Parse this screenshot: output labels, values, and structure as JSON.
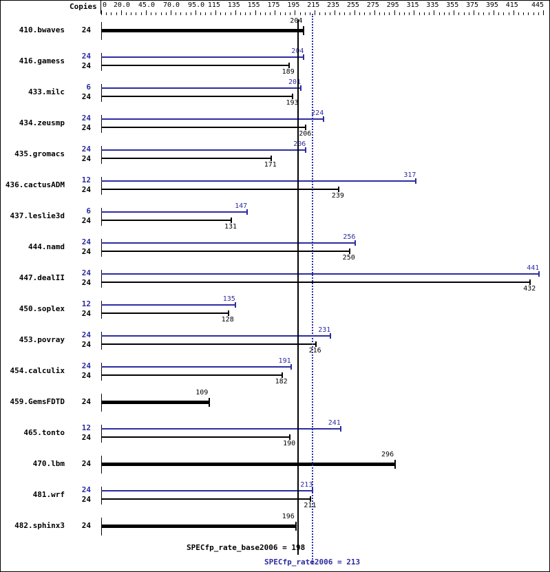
{
  "chart_data": {
    "type": "bar",
    "orientation": "horizontal",
    "title": "",
    "xlabel": "",
    "ylabel": "",
    "column_header": "Copies",
    "xlim": [
      0,
      445
    ],
    "tick_labels": [
      "0",
      "20.0",
      "45.0",
      "70.0",
      "95.0",
      "115",
      "135",
      "155",
      "175",
      "195",
      "215",
      "235",
      "255",
      "275",
      "295",
      "315",
      "335",
      "355",
      "375",
      "395",
      "415",
      "445"
    ],
    "tick_values": [
      0,
      20,
      45,
      70,
      95,
      115,
      135,
      155,
      175,
      195,
      215,
      235,
      255,
      275,
      295,
      315,
      335,
      355,
      375,
      395,
      415,
      445
    ],
    "colors": {
      "base": "#000000",
      "peak": "#2b2ba0"
    },
    "series": [
      {
        "name": "base",
        "color": "#000000"
      },
      {
        "name": "peak",
        "color": "#2b2ba0"
      }
    ],
    "benchmarks": [
      {
        "name": "410.bwaves",
        "base_copies": "24",
        "base": 204,
        "peak_copies": null,
        "peak": null
      },
      {
        "name": "416.gamess",
        "base_copies": "24",
        "base": 189,
        "peak_copies": "24",
        "peak": 204
      },
      {
        "name": "433.milc",
        "base_copies": "24",
        "base": 193,
        "peak_copies": "6",
        "peak": 201
      },
      {
        "name": "434.zeusmp",
        "base_copies": "24",
        "base": 206,
        "peak_copies": "24",
        "peak": 224
      },
      {
        "name": "435.gromacs",
        "base_copies": "24",
        "base": 171,
        "peak_copies": "24",
        "peak": 206
      },
      {
        "name": "436.cactusADM",
        "base_copies": "24",
        "base": 239,
        "peak_copies": "12",
        "peak": 317
      },
      {
        "name": "437.leslie3d",
        "base_copies": "24",
        "base": 131,
        "peak_copies": "6",
        "peak": 147
      },
      {
        "name": "444.namd",
        "base_copies": "24",
        "base": 250,
        "peak_copies": "24",
        "peak": 256
      },
      {
        "name": "447.dealII",
        "base_copies": "24",
        "base": 432,
        "peak_copies": "24",
        "peak": 441
      },
      {
        "name": "450.soplex",
        "base_copies": "24",
        "base": 128,
        "peak_copies": "12",
        "peak": 135
      },
      {
        "name": "453.povray",
        "base_copies": "24",
        "base": 216,
        "peak_copies": "24",
        "peak": 231
      },
      {
        "name": "454.calculix",
        "base_copies": "24",
        "base": 182,
        "peak_copies": "24",
        "peak": 191
      },
      {
        "name": "459.GemsFDTD",
        "base_copies": "24",
        "base": 109,
        "peak_copies": null,
        "peak": null
      },
      {
        "name": "465.tonto",
        "base_copies": "24",
        "base": 190,
        "peak_copies": "12",
        "peak": 241
      },
      {
        "name": "470.lbm",
        "base_copies": "24",
        "base": 296,
        "peak_copies": null,
        "peak": null
      },
      {
        "name": "481.wrf",
        "base_copies": "24",
        "base": 211,
        "peak_copies": "24",
        "peak": 213
      },
      {
        "name": "482.sphinx3",
        "base_copies": "24",
        "base": 196,
        "peak_copies": null,
        "peak": null
      }
    ],
    "reference_lines": [
      {
        "label": "SPECfp_rate_base2006 = 198",
        "value": 198,
        "style": "solid",
        "color": "#000000"
      },
      {
        "label": "SPECfp_rate2006 = 213",
        "value": 213,
        "style": "dotted",
        "color": "#2b2ba0"
      }
    ],
    "grid": false,
    "legend": null
  }
}
